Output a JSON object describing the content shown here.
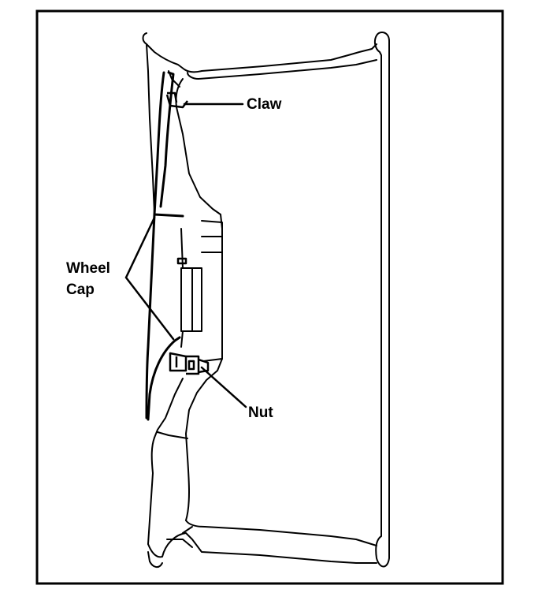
{
  "diagram": {
    "labels": {
      "claw": "Claw",
      "wheel_cap_line1": "Wheel",
      "wheel_cap_line2": "Cap",
      "nut": "Nut"
    }
  }
}
